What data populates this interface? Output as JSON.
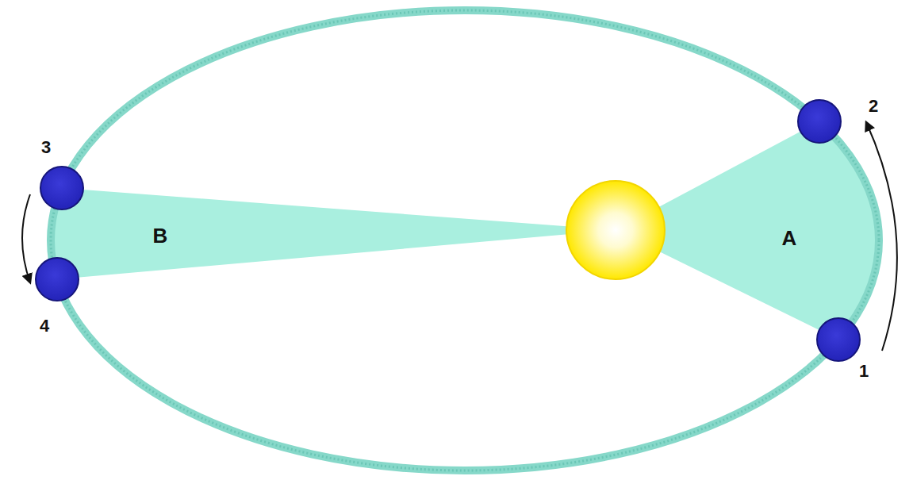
{
  "diagram": {
    "labels": [
      "2",
      "3",
      "B",
      "A",
      "4",
      "1"
    ]
  }
}
